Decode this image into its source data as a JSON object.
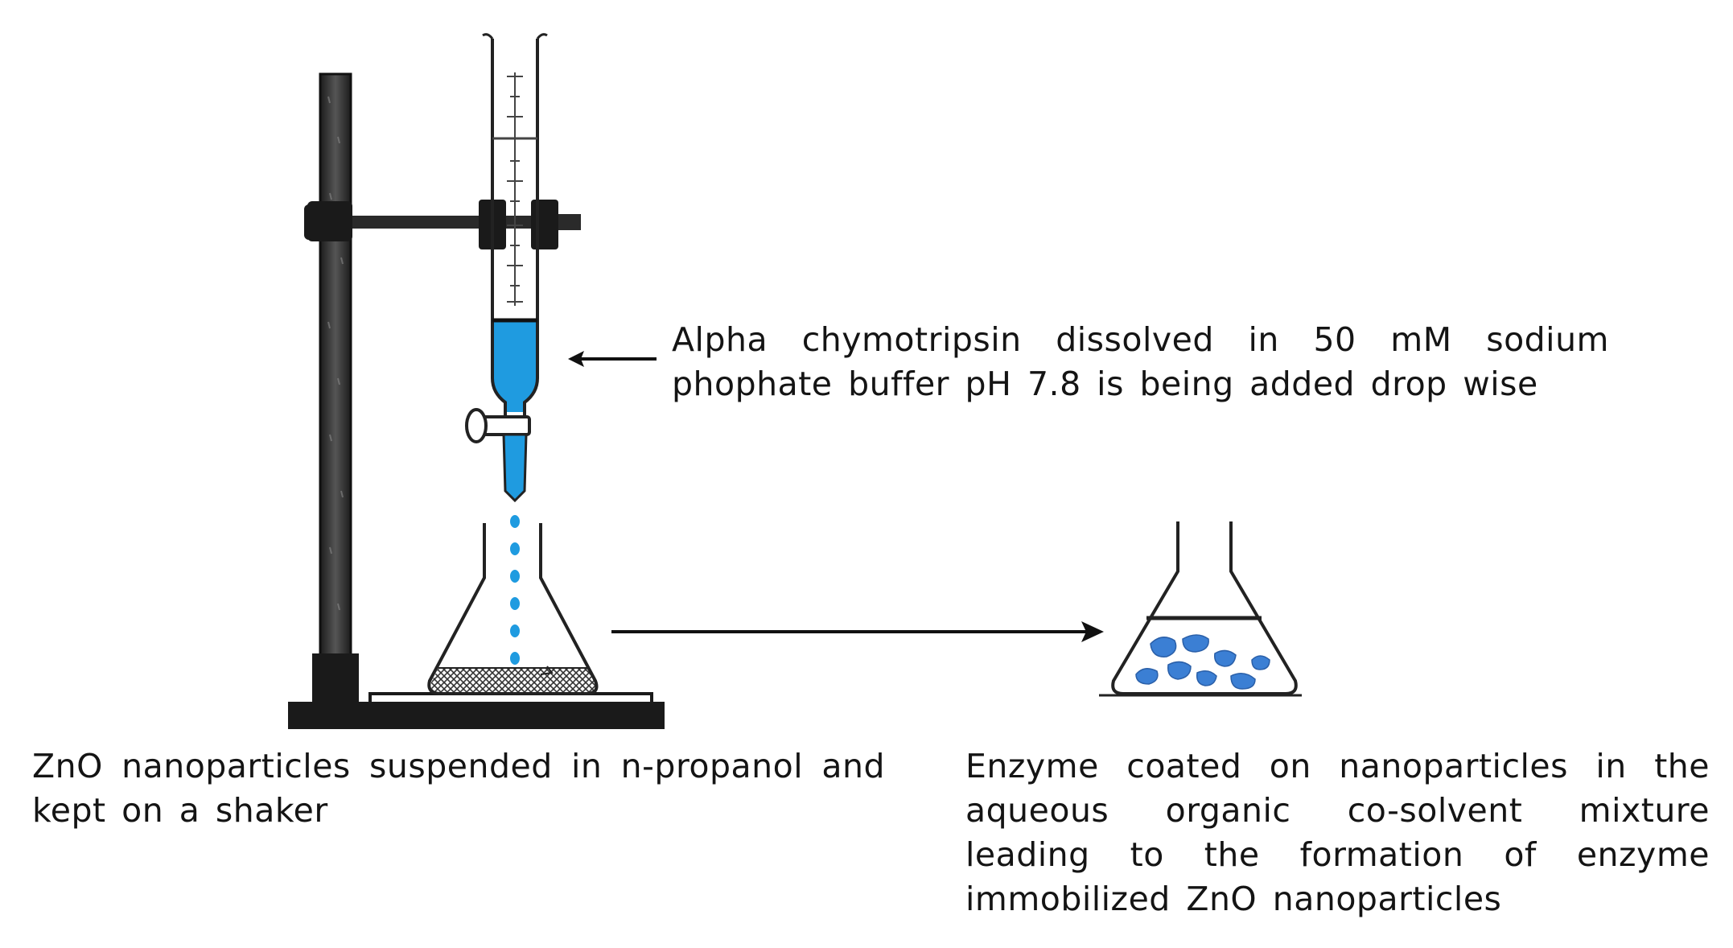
{
  "labels": {
    "buffer_caption": "Alpha chymotripsin dissolved in 50 mM sodium phophate buffer pH 7.8 is being added drop wise",
    "left_caption": "ZnO nanoparticles suspended in n-propanol and kept on a shaker",
    "right_caption": "Enzyme coated on nanoparticles in the aqueous organic co-solvent mixture leading to the formation of enzyme immobilized ZnO nanoparticles"
  },
  "colors": {
    "solution": "#1f9be0",
    "particles": "#3b7fd4",
    "ink": "#141414",
    "stand": "#2a2a2a"
  },
  "icons": {
    "apparatus": "retort-stand-with-burette",
    "flask_left": "conical-flask-icon",
    "flask_right": "conical-flask-icon"
  }
}
